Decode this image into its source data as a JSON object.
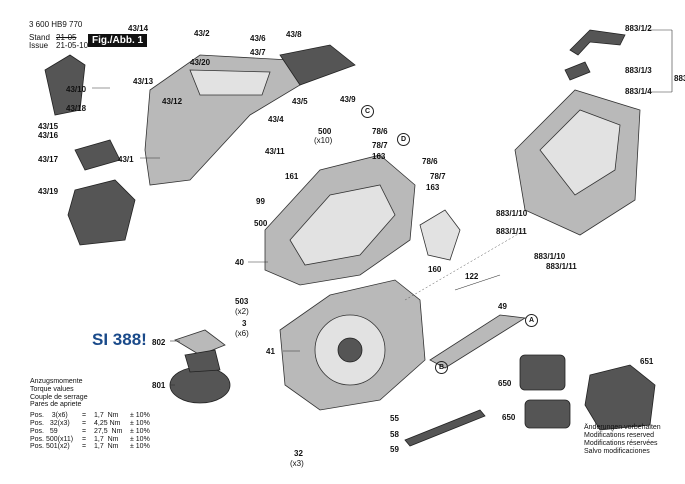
{
  "header": {
    "doc_number": "3 600 HB9 770",
    "stand_label": "Stand",
    "issue_label": "Issue",
    "stand_value": "21-05",
    "issue_value": "21-05-10",
    "figure": "Fig./Abb. 1"
  },
  "notice": "SI 388!",
  "labels": [
    "43/14",
    "43/2",
    "43/6",
    "43/8",
    "43/7",
    "43/20",
    "43/13",
    "43/10",
    "43/12",
    "43/18",
    "43/5",
    "43/9",
    "43/4",
    "43/15",
    "43/16",
    "500",
    "(x10)",
    "43/11",
    "43/1",
    "43/17",
    "78/6",
    "78/7",
    "163",
    "78/6",
    "78/7",
    "163",
    "161",
    "43/19",
    "99",
    "500",
    "40",
    "160",
    "883/1/2",
    "883/1/3",
    "883",
    "883/1/4",
    "883/1/10",
    "883/1/11",
    "883/1/10",
    "883/1/11",
    "122",
    "49",
    "503",
    "(x2)",
    "3",
    "(x6)",
    "802",
    "41",
    "651",
    "801",
    "650",
    "55",
    "650",
    "32",
    "(x3)",
    "58",
    "59"
  ],
  "circles": [
    "C",
    "D",
    "A",
    "B"
  ],
  "torque": {
    "titles": [
      "Anzugsmomente",
      "Torque values",
      "Couple de serrage",
      "Pares de apriete"
    ],
    "rows": [
      {
        "pos": "Pos.    3(x6)",
        "eq": "=",
        "val": "1,7  Nm",
        "tol": "± 10%"
      },
      {
        "pos": "Pos.   32(x3)",
        "eq": "=",
        "val": "4,25 Nm",
        "tol": "± 10%"
      },
      {
        "pos": "Pos.   59",
        "eq": "=",
        "val": "27,5  Nm",
        "tol": "± 10%"
      },
      {
        "pos": "Pos. 500(x11)",
        "eq": "=",
        "val": "1,7  Nm",
        "tol": "± 10%"
      },
      {
        "pos": "Pos. 501(x2)",
        "eq": "=",
        "val": "1,7  Nm",
        "tol": "± 10%"
      }
    ]
  },
  "footer": [
    "Änderungen vorbehalten",
    "Modifications reserved",
    "Modifications réservées",
    "Salvo modificaciones"
  ]
}
